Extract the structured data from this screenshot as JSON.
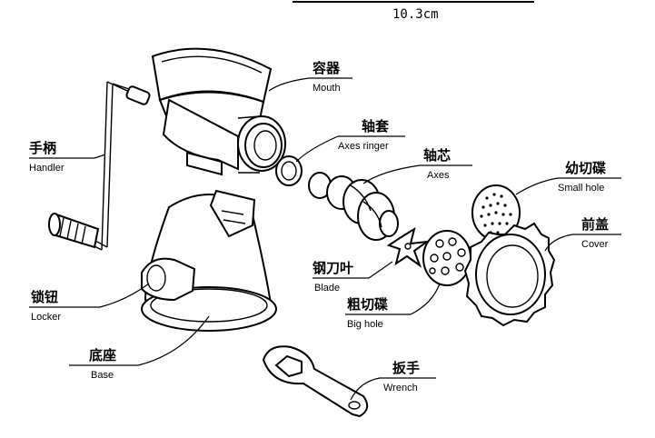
{
  "dimension": "10.3cm",
  "labels": {
    "mouth": {
      "cn": "容器",
      "en": "Mouth"
    },
    "axes_ringer": {
      "cn": "轴套",
      "en": "Axes ringer"
    },
    "axes": {
      "cn": "轴芯",
      "en": "Axes"
    },
    "small_hole": {
      "cn": "幼切碟",
      "en": "Small hole"
    },
    "cover": {
      "cn": "前盖",
      "en": "Cover"
    },
    "handler": {
      "cn": "手柄",
      "en": "Handler"
    },
    "blade": {
      "cn": "钢刀叶",
      "en": "Blade"
    },
    "big_hole": {
      "cn": "粗切碟",
      "en": "Big hole"
    },
    "locker": {
      "cn": "锁钮",
      "en": "Locker"
    },
    "base": {
      "cn": "底座",
      "en": "Base"
    },
    "wrench": {
      "cn": "扳手",
      "en": "Wrench"
    }
  },
  "colors": {
    "ink": "#000000",
    "background": "#ffffff"
  }
}
